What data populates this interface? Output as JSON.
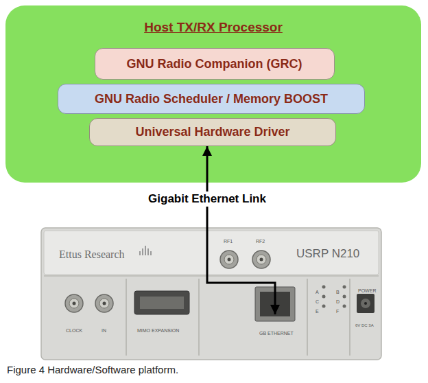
{
  "diagram": {
    "caption": "Figure 4 Hardware/Software platform.",
    "nodes": [
      {
        "text": [
          "Host TX/RX Processor"
        ]
      },
      {
        "text": [
          "GNU Radio Companion (GRC)"
        ],
        "in": 0
      },
      {
        "text": [
          "GNU Radio Scheduler / Memory BOOST"
        ],
        "in": 0
      },
      {
        "text": [
          "Universal Hardware Driver"
        ],
        "in": 0
      },
      {
        "text": [
          "Ettus Research",
          "RF1",
          "RF2",
          "USRP N210",
          "CLOCK",
          "IN",
          "MIMO EXPANSION",
          "GB ETHERNET",
          "A",
          "B",
          "C",
          "D",
          "E",
          "F",
          "POWER",
          "6V DC 3A"
        ]
      }
    ],
    "edges": [
      {
        "from": 3,
        "to": 4,
        "label": "Gigabit Ethernet Link",
        "arrow": "both"
      }
    ]
  }
}
